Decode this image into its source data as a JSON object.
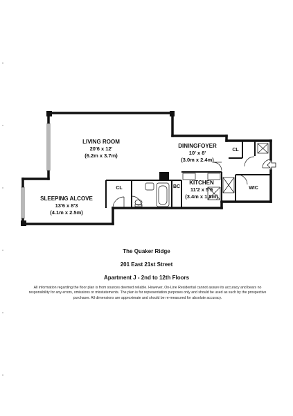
{
  "rooms": {
    "living": {
      "name": "LIVING ROOM",
      "dim_imperial": "20'6 x 12'",
      "dim_metric": "(6.2m x 3.7m)"
    },
    "dining": {
      "name": "DININGFOYER",
      "dim_imperial": "10' x 8'",
      "dim_metric": "(3.0m x 2.4m)"
    },
    "sleeping": {
      "name": "SLEEPING ALCOVE",
      "dim_imperial": "13'6 x 8'3",
      "dim_metric": "(4.1m x 2.5m)"
    },
    "kitchen": {
      "name": "KITCHEN",
      "dim_imperial": "11'2 x 5'9",
      "dim_metric": "(3.4m x 1.8m)"
    },
    "closet_labels": {
      "cl_bath": "CL",
      "bc": "BC",
      "cl_top": "CL",
      "wic": "WIC"
    }
  },
  "building": {
    "name": "The Quaker Ridge",
    "address": "201 East 21st Street",
    "unit": "Apartment J - 2nd to 12th Floors"
  },
  "disclaimer": "All information regarding the floor plan is from sources deemed reliable. However, On-Line Residential cannot assure its accuracy and bears no responsibility for any errors, omissions or misstatements. The plan is for representation purposes only and should be used as such by the prospective purchaser. All dimensions are approximate and should be re-measured for absolute accuracy.",
  "colors": {
    "wall": "#111111",
    "background": "#ffffff"
  }
}
